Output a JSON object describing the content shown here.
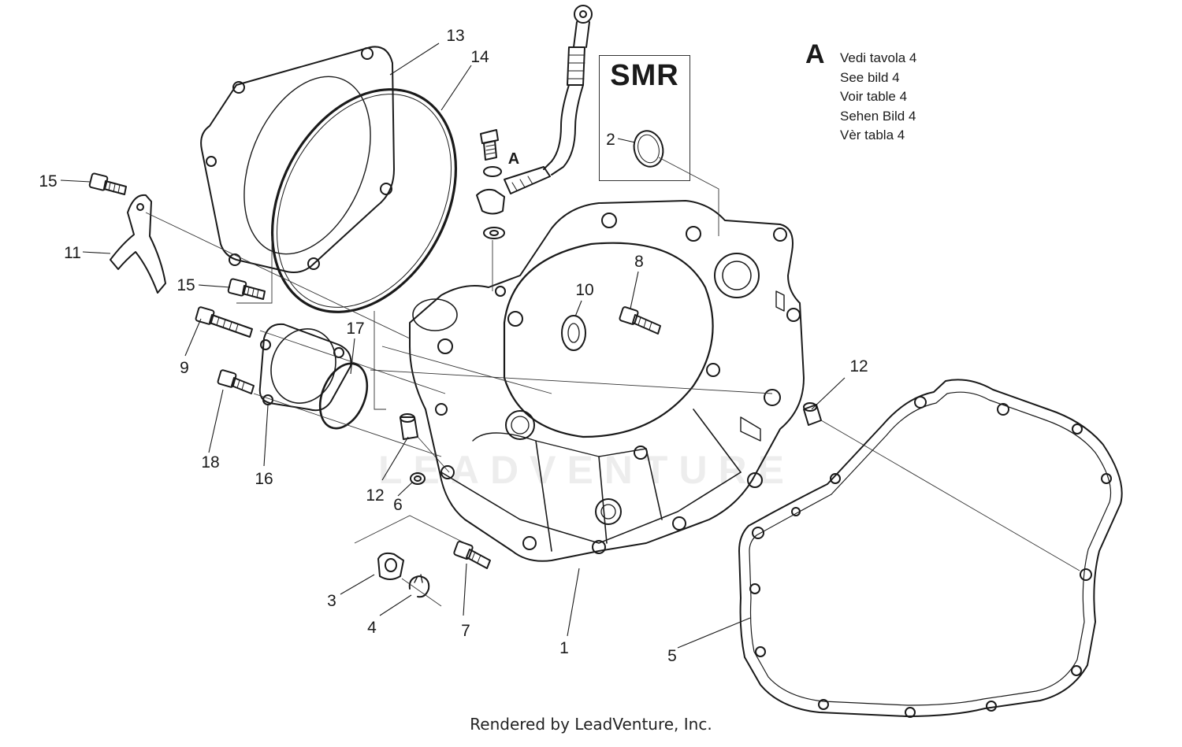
{
  "diagram": {
    "callouts": [
      {
        "id": "1",
        "label": "1"
      },
      {
        "id": "2",
        "label": "2"
      },
      {
        "id": "3",
        "label": "3"
      },
      {
        "id": "4",
        "label": "4"
      },
      {
        "id": "5",
        "label": "5"
      },
      {
        "id": "6",
        "label": "6"
      },
      {
        "id": "7",
        "label": "7"
      },
      {
        "id": "8",
        "label": "8"
      },
      {
        "id": "9",
        "label": "9"
      },
      {
        "id": "10",
        "label": "10"
      },
      {
        "id": "11",
        "label": "11"
      },
      {
        "id": "12a",
        "label": "12"
      },
      {
        "id": "12b",
        "label": "12"
      },
      {
        "id": "13",
        "label": "13"
      },
      {
        "id": "14",
        "label": "14"
      },
      {
        "id": "15a",
        "label": "15"
      },
      {
        "id": "15b",
        "label": "15"
      },
      {
        "id": "16",
        "label": "16"
      },
      {
        "id": "17",
        "label": "17"
      },
      {
        "id": "18",
        "label": "18"
      }
    ],
    "oil_pipe_reference": "A",
    "smr_box_label": "SMR",
    "legend": {
      "letter": "A",
      "lines": [
        "Vedi tavola 4",
        "See bild 4",
        "Voir table 4",
        "Sehen Bild 4",
        "Vèr tabla 4"
      ]
    },
    "watermark": "LEADVENTURE",
    "credit": "Rendered by LeadVenture, Inc."
  }
}
